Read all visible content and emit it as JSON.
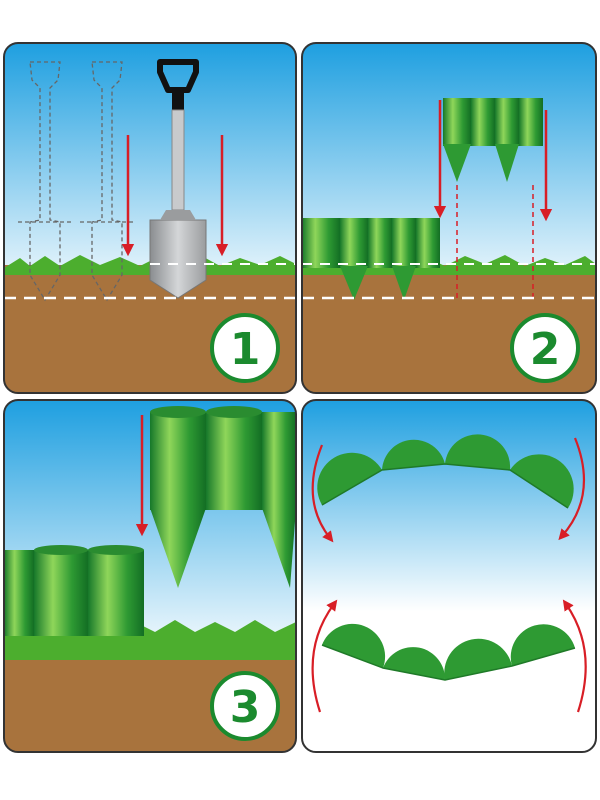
{
  "panels": [
    {
      "id": "panel-1",
      "step_label": "1",
      "description_icon": "shovel-icon"
    },
    {
      "id": "panel-2",
      "step_label": "2",
      "description_icon": "edging-insert-icon"
    },
    {
      "id": "panel-3",
      "step_label": "3",
      "description_icon": "edging-interlock-icon"
    },
    {
      "id": "panel-4",
      "step_label": "",
      "description_icon": "edging-bend-icon"
    }
  ],
  "colors": {
    "sky_top": "#1e9fe0",
    "sky_bottom": "#ffffff",
    "soil": "#a8733d",
    "grass": "#4cae2e",
    "edging_dark": "#1f8a2a",
    "edging_light": "#7ed04a",
    "arrow_red": "#d81e26",
    "number_green": "#1b8a2e",
    "border": "#333333"
  }
}
